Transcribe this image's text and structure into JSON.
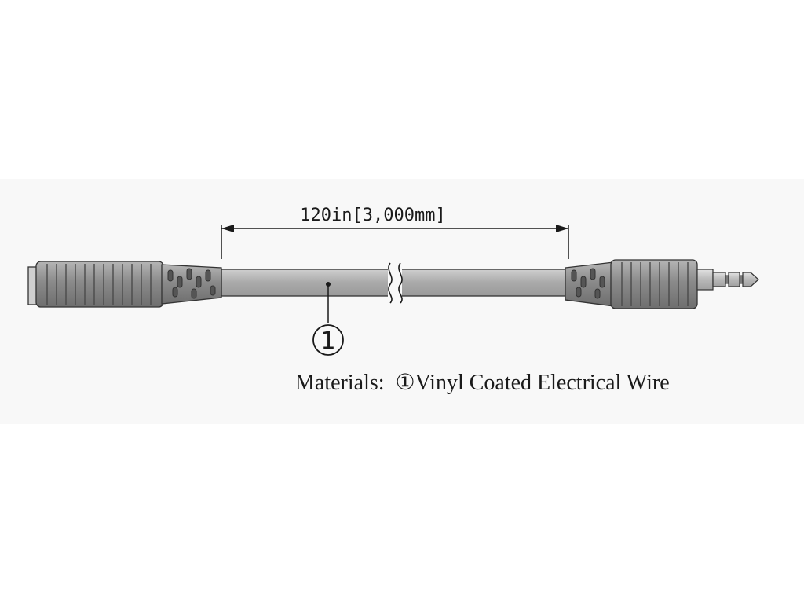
{
  "dimension": {
    "label": "120in[3,000mm]"
  },
  "callout": {
    "number": "1"
  },
  "materials": {
    "prefix": "Materials:",
    "item_marker": "①",
    "item_text": "Vinyl Coated Electrical Wire"
  },
  "colors": {
    "connector_body": "#8c8c8c",
    "cable": "#b0b0b0",
    "plug_metal": "#c2c2c2",
    "line": "#1a1a1a"
  }
}
